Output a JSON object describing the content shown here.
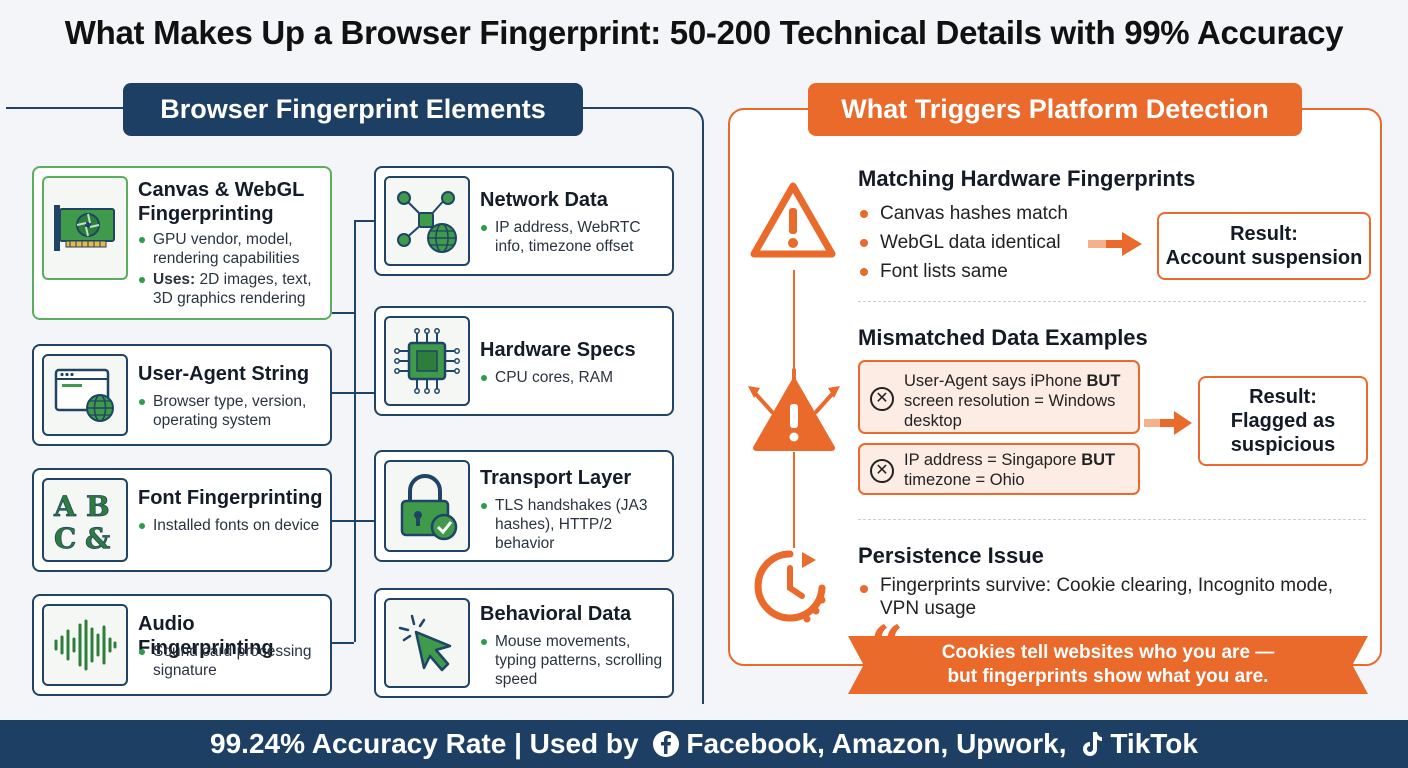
{
  "title": "What Makes Up a Browser Fingerprint: 50-200 Technical Details with 99% Accuracy",
  "left": {
    "header": "Browser Fingerprint Elements",
    "cards": {
      "canvas": {
        "title_line1": "Canvas & WebGL",
        "title_line2": "Fingerprinting",
        "bullet1": "GPU vendor, model, rendering capabilities",
        "bullet2_bold": "Uses:",
        "bullet2_rest": " 2D images, text, 3D graphics rendering",
        "icon": "gpu-card-icon"
      },
      "useragent": {
        "title": "User-Agent String",
        "bullet1": "Browser type, version, operating system",
        "icon": "browser-globe-icon"
      },
      "font": {
        "title": "Font Fingerprinting",
        "bullet1": "Installed fonts on device",
        "icon_text": "A B C &",
        "icon": "font-letters-icon"
      },
      "audio": {
        "title": "Audio Fingerprinting",
        "bullet1": "Sound card processing signature",
        "icon": "sound-wave-icon"
      },
      "network": {
        "title": "Network Data",
        "bullet1": "IP address, WebRTC info, timezone offset",
        "icon": "network-globe-icon"
      },
      "hardware": {
        "title": "Hardware Specs",
        "bullet1": "CPU cores, RAM",
        "icon": "cpu-chip-icon"
      },
      "transport": {
        "title": "Transport Layer",
        "bullet1": "TLS handshakes (JA3 hashes), HTTP/2 behavior",
        "icon": "padlock-check-icon"
      },
      "behavioral": {
        "title": "Behavioral Data",
        "bullet1": "Mouse movements, typing patterns, scrolling speed",
        "icon": "cursor-click-icon"
      }
    }
  },
  "right": {
    "header": "What Triggers Platform Detection",
    "matching": {
      "title": "Matching Hardware Fingerprints",
      "items": [
        "Canvas hashes match",
        "WebGL data identical",
        "Font lists same"
      ],
      "result_line1": "Result:",
      "result_line2": "Account suspension"
    },
    "mismatched": {
      "title": "Mismatched Data Examples",
      "ex1_a": "User-Agent says iPhone ",
      "ex1_bold": "BUT",
      "ex1_b": " screen resolution = Windows desktop",
      "ex2_a": "IP address = Singapore ",
      "ex2_bold": "BUT",
      "ex2_b": " timezone = Ohio",
      "result_line1": "Result:",
      "result_line2": "Flagged as",
      "result_line3": "suspicious"
    },
    "persistence": {
      "title": "Persistence Issue",
      "item": "Fingerprints survive: Cookie clearing, Incognito mode, VPN usage"
    },
    "quote_line1": "Cookies tell websites who you are —",
    "quote_line2": "but fingerprints show what you are.",
    "quote_open": "“",
    "quote_close": "”"
  },
  "footer": {
    "part1": "99.24% Accuracy Rate | Used by ",
    "part2": "Facebook, Amazon, Upwork, ",
    "part3": "TikTok"
  },
  "colors": {
    "navy": "#1d3f63",
    "orange": "#ea6a2c",
    "green": "#2e9a4a",
    "light_green": "#5cae5e"
  }
}
